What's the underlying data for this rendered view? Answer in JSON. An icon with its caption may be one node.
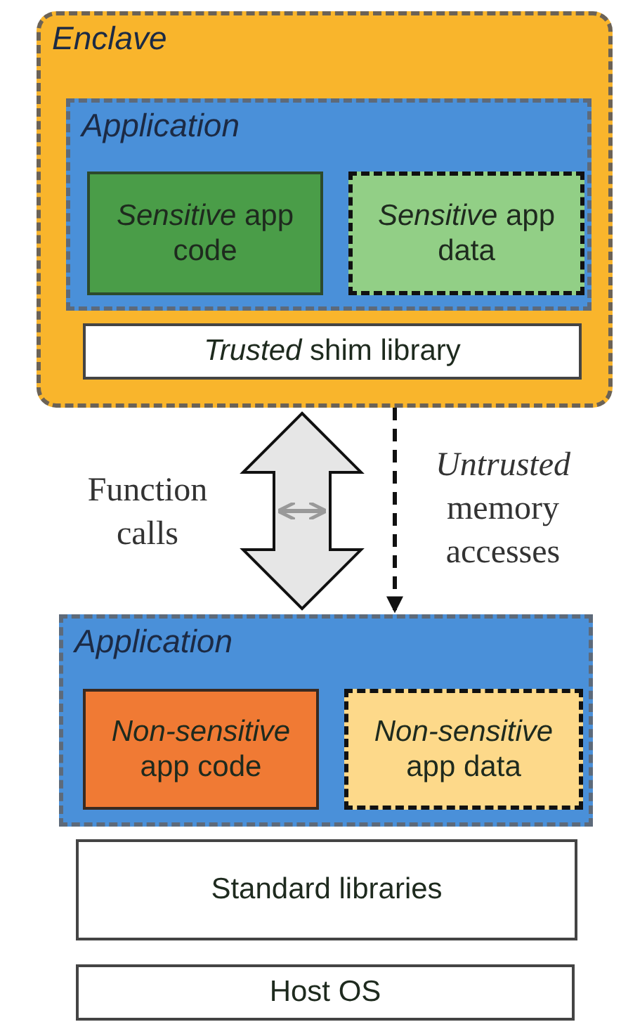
{
  "diagram": {
    "nodes": [
      {
        "text": [
          "Enclave"
        ]
      },
      {
        "text": [
          "Application"
        ],
        "in": 0
      },
      {
        "text": [
          "*Sensitive* app code"
        ],
        "in": 1
      },
      {
        "text": [
          "*Sensitive* app data"
        ],
        "in": 1
      },
      {
        "text": [
          "*Trusted* shim library"
        ],
        "in": 0
      },
      {
        "text": [
          "Application"
        ]
      },
      {
        "text": [
          "*Non-sensitive* app code"
        ],
        "in": 5
      },
      {
        "text": [
          "*Non-sensitive* app data"
        ],
        "in": 5
      },
      {
        "text": [
          "Standard libraries"
        ]
      },
      {
        "text": [
          "Host OS"
        ]
      }
    ],
    "edges": [
      {
        "from": 0,
        "to": 5,
        "arrow": "both",
        "style": "thick",
        "label": "Function calls"
      },
      {
        "from": 0,
        "to": 5,
        "arrow": "to",
        "style": "dashed",
        "label": "*Untrusted* memory accesses"
      }
    ]
  }
}
